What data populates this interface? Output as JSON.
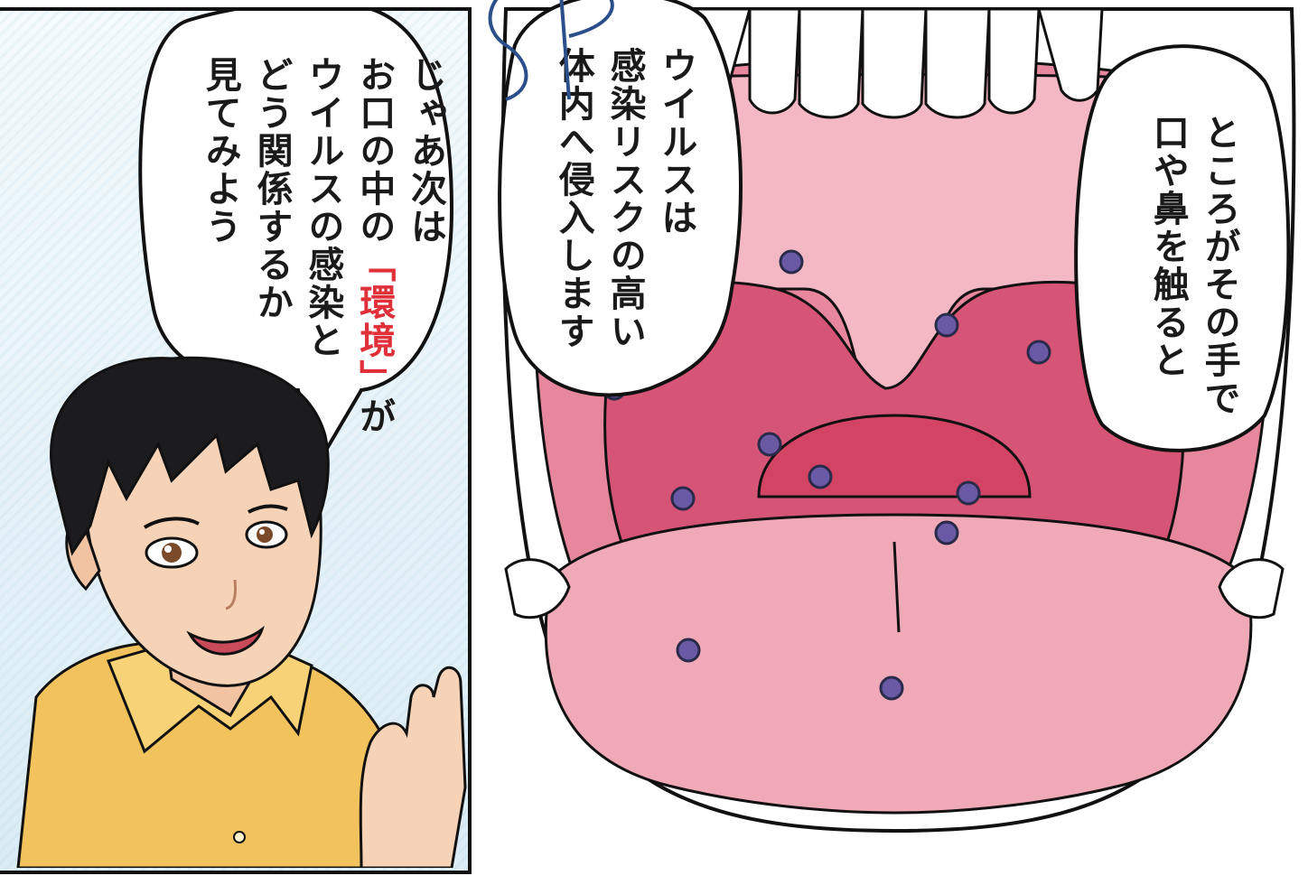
{
  "panels": {
    "left": {
      "speech": {
        "line1": "じゃあ次は",
        "line2": "お口の中の",
        "line2_accent": "「環境」",
        "line2_tail": "が",
        "line3": "ウイルスの感染と",
        "line4": "どう関係するか",
        "line5": "見てみよう"
      }
    },
    "right": {
      "speech_mid": {
        "line1": "ウイルスは",
        "line2": "感染リスクの高い",
        "line3": "体内へ侵入します"
      },
      "speech_right": {
        "line1": "ところがその手で",
        "line2": "口や鼻を触ると"
      }
    }
  },
  "colors": {
    "outline": "#111111",
    "accent_text": "#e0303a",
    "skin": "#f6d3b7",
    "hair": "#1c1c1e",
    "shirt": "#f2c35d",
    "mouth_inner": "#e7879e",
    "palate": "#f3b8c4",
    "uvula_area": "#d65476",
    "tongue_back": "#d24364",
    "tongue": "#f0a9b7",
    "teeth": "#ffffff",
    "virus": "#6a5aa6",
    "background_blue": "#e6f2f8"
  },
  "icons": {
    "virus": "virus-dot-icon",
    "watermark": "watermark-logo"
  }
}
